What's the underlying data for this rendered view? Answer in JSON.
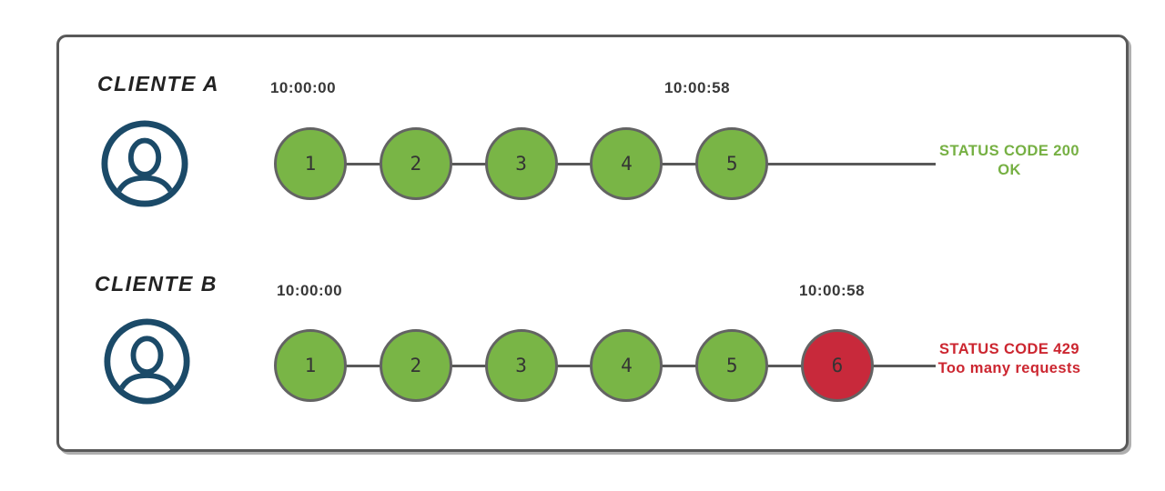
{
  "colors": {
    "green": "#79b546",
    "red": "#c8293b",
    "navy": "#1b4a68",
    "line": "#595959",
    "node_border": "#636363",
    "green_text": "#76b043",
    "red_text": "#cc2630"
  },
  "clients": [
    {
      "name": "CLIENTE A",
      "window_start": "10:00:00",
      "window_end": "10:00:58",
      "requests": [
        {
          "label": "1",
          "state": "allowed"
        },
        {
          "label": "2",
          "state": "allowed"
        },
        {
          "label": "3",
          "state": "allowed"
        },
        {
          "label": "4",
          "state": "allowed"
        },
        {
          "label": "5",
          "state": "allowed"
        }
      ],
      "status": {
        "line1": "STATUS CODE 200",
        "line2": "OK",
        "state": "success"
      }
    },
    {
      "name": "CLIENTE B",
      "window_start": "10:00:00",
      "window_end": "10:00:58",
      "requests": [
        {
          "label": "1",
          "state": "allowed"
        },
        {
          "label": "2",
          "state": "allowed"
        },
        {
          "label": "3",
          "state": "allowed"
        },
        {
          "label": "4",
          "state": "allowed"
        },
        {
          "label": "5",
          "state": "allowed"
        },
        {
          "label": "6",
          "state": "blocked"
        }
      ],
      "status": {
        "line1": "STATUS CODE 429",
        "line2": "Too many requests",
        "state": "error"
      }
    }
  ]
}
